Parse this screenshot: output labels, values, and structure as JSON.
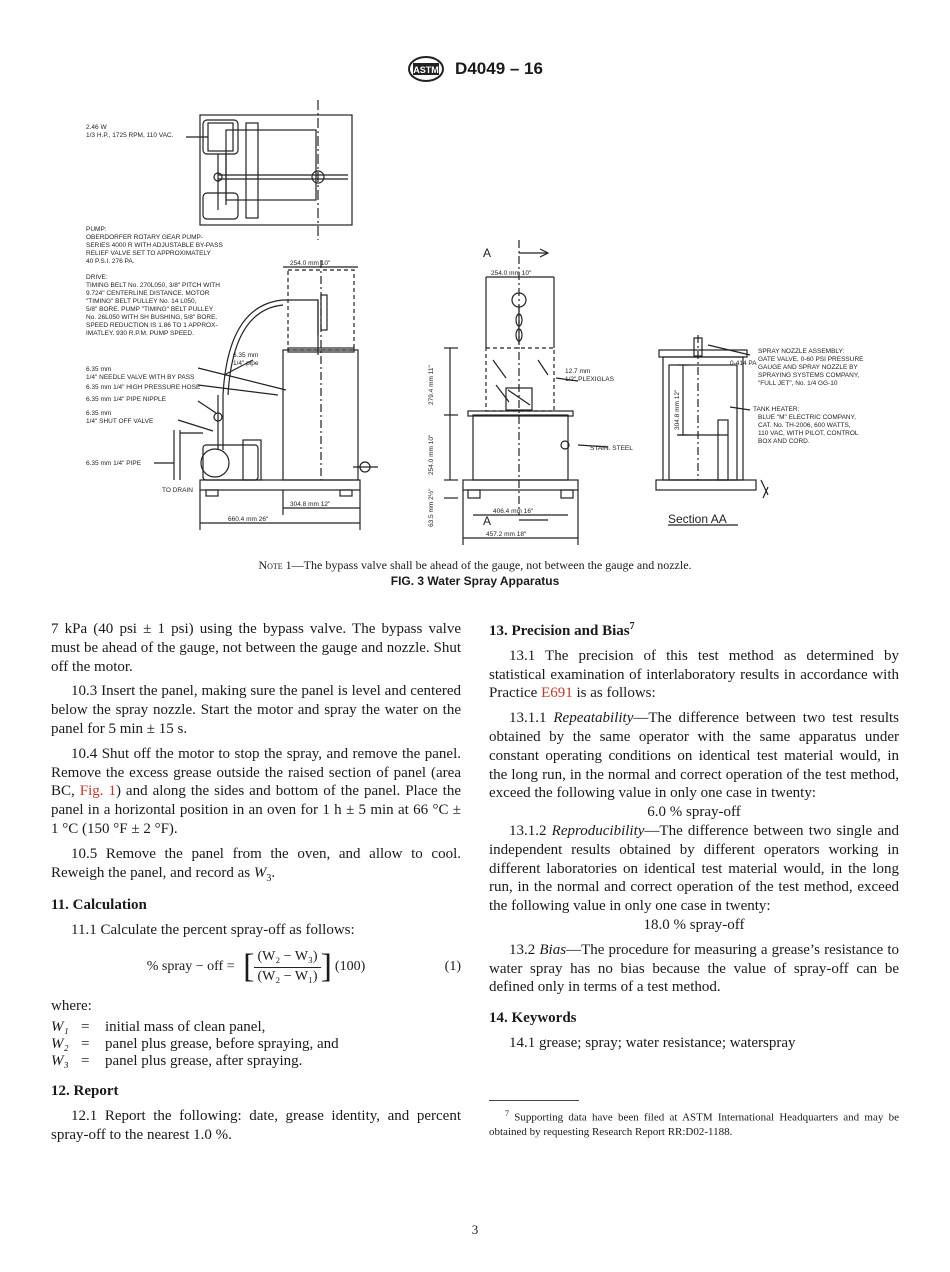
{
  "header": {
    "designation": "D4049 – 16",
    "logo": "astm-logo"
  },
  "figure": {
    "labels": {
      "motor": "2.46 W\n1/3 H.P., 1725 RPM, 110 VAC.",
      "pump": "PUMP:\nOBERDORFER ROTARY GEAR PUMP-\nSERIES 4000 R WITH ADJUSTABLE BY-PASS\nRELIEF VALVE SET TO APPROXIMATELY\n40 P.S.I. 276 PA.",
      "drive": "DRIVE:\nTIMING BELT No. 270L050, 3/8\" PITCH WITH\n9.724\" CENTERLINE DISTANCE. MOTOR\n\"TIMING\" BELT PULLEY No. 14 L050,\n5/8\" BORE. PUMP \"TIMING\" BELT PULLEY\nNo. 26L050 WITH SH BUSHING, 5/8\" BORE.\nSPEED REDUCTION IS 1.86 TO 1 APPROX-\nIMATLEY. 930 R.P.M. PUMP SPEED.",
      "needle_valve": "6.35 mm\n1/4\" NEEDLE VALVE WITH BY PASS",
      "hose": "6.35 mm 1/4\" HIGH PRESSURE HOSE",
      "nipple": "6.35 mm 1/4\" PIPE NIPPLE",
      "shutoff": "6.35 mm\n1/4\" SHUT OFF VALVE",
      "pipe_left": "6.35 mm 1/4\" PIPE",
      "pipe_mid": "6.35 mm\n1/4\" pipe",
      "drain": "TO DRAIN",
      "dim_254_a": "254.0 mm   10\"",
      "dim_254_b": "254.0 mm   10\"",
      "dim_3048": "304.8 mm   12\"",
      "dim_6604": "660.4 mm   26\"",
      "dim_4064": "406.4 mm   16\"",
      "dim_4572": "457.2 mm   18\"",
      "dim_2794": "279.4 mm 11\"",
      "dim_254_v": "254.0 mm 10\"",
      "dim_635": "63.5 mm 2½\"",
      "dim_3048_v": "304.8 mm 12\"",
      "plexi": "12.7 mm\n1/2\" PLEXIGLAS",
      "stain": "STAIN. STEEL",
      "section_a": "A",
      "gauge": "0-414 PA",
      "nozzle_assy": "SPRAY NOZZLE ASSEMBLY:\nGATE VALVE, 0-60 PSI PRESSURE\nGAUGE AND SPRAY NOZZLE BY\nSPRAYING SYSTEMS COMPANY,\n\"FULL JET\", No. 1/4 GG-10",
      "heater": "TANK HEATER:\nBLUE \"M\" ELECTRIC COMPANY,\nCAT. No. TH-2006, 600 WATTS,\n110 VAC, WITH PILOT, CONTROL\nBOX AND CORD.",
      "section_aa": "Section AA"
    }
  },
  "note": {
    "label": "Note 1",
    "text": "—The bypass valve shall be ahead of the gauge, not between the gauge and nozzle."
  },
  "fig_caption": "FIG. 3  Water Spray Apparatus",
  "left": {
    "p1": "7 kPa (40 psi ± 1 psi) using the bypass valve. The bypass valve must be ahead of the gauge, not between the gauge and nozzle. Shut off the motor.",
    "p2": "10.3 Insert the panel, making sure the panel is level and centered below the spray nozzle. Start the motor and spray the water on the panel for 5 min ± 15 s.",
    "p3a": "10.4 Shut off the motor to stop the spray, and remove the panel. Remove the excess grease outside the raised section of panel (area BC, ",
    "p3link": "Fig. 1",
    "p3b": ") and along the sides and bottom of the panel. Place the panel in a horizontal position in an oven for 1 h ± 5 min at 66 °C ± 1 °C (150 °F ± 2 °F).",
    "p4a": "10.5 Remove the panel from the oven, and allow to cool. Reweigh the panel, and record as ",
    "p4var": "W",
    "p4sub": "3",
    "p4b": ".",
    "h11": "11.  Calculation",
    "p5": "11.1 Calculate the percent spray-off as follows:",
    "eq": {
      "lhs": "% spray − off =",
      "num": "(W₂ − W₃)",
      "den": "(W₂ − W₁)",
      "mult": "(100)",
      "number": "(1)"
    },
    "where": "where:",
    "vars": [
      {
        "v": "W₁",
        "eq": "=",
        "d": "initial mass of clean panel,"
      },
      {
        "v": "W₂",
        "eq": "=",
        "d": "panel plus grease, before spraying, and"
      },
      {
        "v": "W₃",
        "eq": "=",
        "d": "panel plus grease, after spraying."
      }
    ],
    "h12": "12.  Report",
    "p6": "12.1 Report the following: date, grease identity, and percent spray-off to the nearest 1.0 %."
  },
  "right": {
    "h13": "13.  Precision and Bias",
    "h13sup": "7",
    "p1a": "13.1 The precision of this test method as determined by statistical examination of interlaboratory results in accordance with Practice ",
    "p1link": "E691",
    "p1b": " is as follows:",
    "p2lead": "13.1.1 ",
    "p2it": "Repeatability",
    "p2": "—The difference between two test results obtained by the same operator with the same apparatus under constant operating conditions on identical test material would, in the long run, in the normal and correct operation of the test method, exceed the following value in only one case in twenty:",
    "v1": "6.0 % spray-off",
    "p3lead": "13.1.2 ",
    "p3it": "Reproducibility",
    "p3": "—The difference between two single and independent results obtained by different operators working in different laboratories on identical test material would, in the long run, in the normal and correct operation of the test method, exceed the following value in only one case in twenty:",
    "v2": "18.0 % spray-off",
    "p4lead": "13.2 ",
    "p4it": "Bias",
    "p4": "—The procedure for measuring a grease’s resistance to water spray has no bias because the value of spray-off can be defined only in terms of a test method.",
    "h14": "14.  Keywords",
    "p5": "14.1 grease; spray; water resistance; waterspray",
    "foot_sup": "7",
    "foot": " Supporting data have been filed at ASTM International Headquarters and may be obtained by requesting Research Report RR:D02-1188."
  },
  "page_number": "3"
}
